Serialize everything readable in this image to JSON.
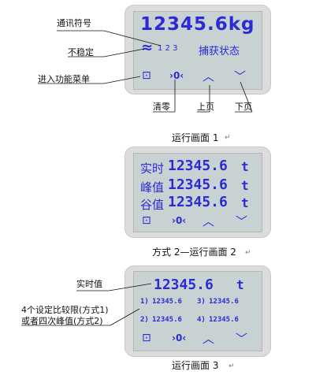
{
  "screen1": {
    "weight": "12345.6kg",
    "unstable_symbol": "≈",
    "comm_digits": "1 2 3",
    "status": "捕获状态",
    "buttons": {
      "menu_glyph": "⊡",
      "zero_glyph": "›0‹",
      "up_glyph": "︿",
      "down_glyph": "﹀"
    },
    "annotations": {
      "comm_symbol": "通讯符号",
      "unstable": "不稳定",
      "enter_menu": "进入功能菜单",
      "clear_zero": "清零",
      "page_up": "上页",
      "page_down": "下页"
    },
    "caption": "运行画面 1"
  },
  "screen2": {
    "rows": [
      {
        "label": "实时",
        "value": "12345.6",
        "unit": "t"
      },
      {
        "label": "峰值",
        "value": "12345.6",
        "unit": "t"
      },
      {
        "label": "谷值",
        "value": "12345.6",
        "unit": "t"
      }
    ],
    "caption": "方式 2—运行画面 2"
  },
  "screen3": {
    "realtime_value": "12345.6",
    "realtime_unit": "t",
    "limits": [
      {
        "index": "1)",
        "value": "12345.6"
      },
      {
        "index": "3)",
        "value": "12345.6"
      },
      {
        "index": "2)",
        "value": "12345.6"
      },
      {
        "index": "4)",
        "value": "12345.6"
      }
    ],
    "annotations": {
      "realtime": "实时值",
      "limits_line1": "4个设定比较限(方式1)",
      "limits_line2": "或者四次峰值(方式2)"
    },
    "caption": "运行画面 3"
  },
  "return_mark": "↵"
}
